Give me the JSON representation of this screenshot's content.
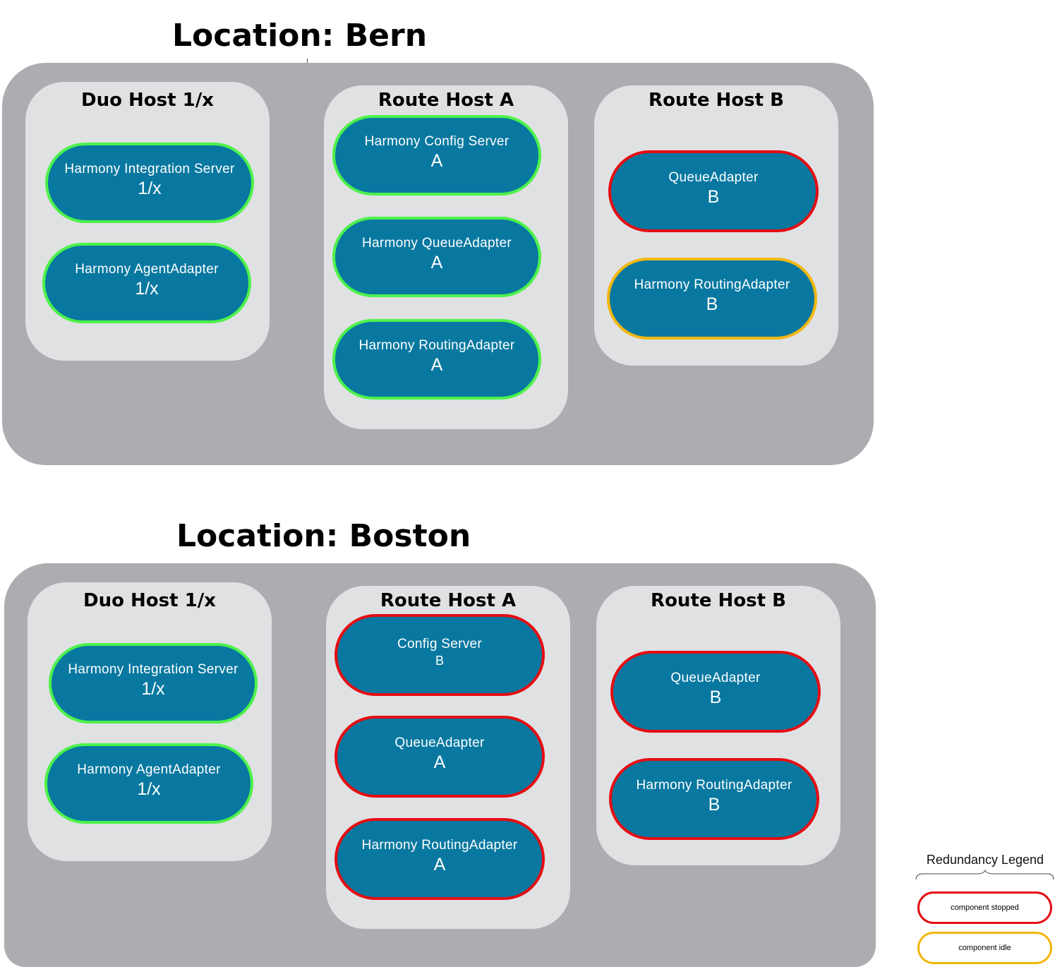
{
  "locations": [
    {
      "title": "Location: Bern",
      "hosts": [
        {
          "title": "Duo Host 1/x",
          "components": [
            {
              "name": "Harmony Integration Server",
              "id": "1/x",
              "status": "running"
            },
            {
              "name": "Harmony AgentAdapter",
              "id": "1/x",
              "status": "running"
            }
          ]
        },
        {
          "title": "Route Host A",
          "components": [
            {
              "name": "Harmony Config Server",
              "id": "A",
              "status": "running"
            },
            {
              "name": "Harmony QueueAdapter",
              "id": "A",
              "status": "running"
            },
            {
              "name": "Harmony RoutingAdapter",
              "id": "A",
              "status": "running"
            }
          ]
        },
        {
          "title": "Route Host B",
          "components": [
            {
              "name": "QueueAdapter",
              "id": "B",
              "status": "stopped"
            },
            {
              "name": "Harmony RoutingAdapter",
              "id": "B",
              "status": "idle"
            }
          ]
        }
      ]
    },
    {
      "title": "Location: Boston",
      "hosts": [
        {
          "title": "Duo Host 1/x",
          "components": [
            {
              "name": "Harmony Integration Server",
              "id": "1/x",
              "status": "running"
            },
            {
              "name": "Harmony AgentAdapter",
              "id": "1/x",
              "status": "running"
            }
          ]
        },
        {
          "title": "Route Host A",
          "components": [
            {
              "name": "Config Server",
              "id": "B",
              "status": "stopped"
            },
            {
              "name": "QueueAdapter",
              "id": "A",
              "status": "stopped"
            },
            {
              "name": "Harmony RoutingAdapter",
              "id": "A",
              "status": "stopped"
            }
          ]
        },
        {
          "title": "Route Host B",
          "components": [
            {
              "name": "QueueAdapter",
              "id": "B",
              "status": "stopped"
            },
            {
              "name": "Harmony RoutingAdapter",
              "id": "B",
              "status": "stopped"
            }
          ]
        }
      ]
    }
  ],
  "legend": {
    "title": "Redundancy Legend",
    "items": [
      {
        "label": "component stopped",
        "status": "stopped"
      },
      {
        "label": "component idle",
        "status": "idle"
      }
    ]
  },
  "colors": {
    "location_box": "#adadb1",
    "host_box": "#e0e1e3",
    "component_fill": "#0878a0",
    "running_border": "#4cf24a",
    "stopped_border": "#e50d12",
    "idle_border": "#f2b70e"
  }
}
